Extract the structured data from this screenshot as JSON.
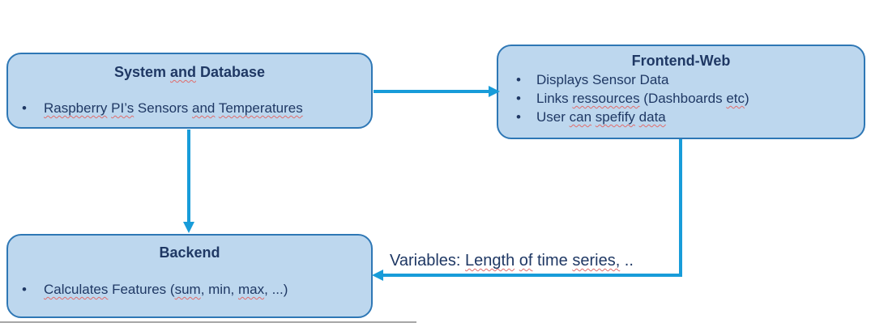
{
  "colors": {
    "box_fill": "#BDD7EE",
    "box_border": "#2E77B5",
    "ink": "#1F3864",
    "arrow": "#189CD9",
    "spell": "#E06C6C",
    "edge_grey": "#A6A6A6"
  },
  "diagram": {
    "bullet_char": "•",
    "nodes": [
      {
        "id": "system-and-database",
        "title": [
          {
            "t": "System "
          },
          {
            "t": "and",
            "sp": true
          },
          {
            "t": " Database"
          }
        ],
        "bullets": [
          [
            {
              "t": "Raspberry",
              "sp": true
            },
            {
              "t": " "
            },
            {
              "t": "PI’s",
              "sp": true
            },
            {
              "t": " Sensors "
            },
            {
              "t": "and",
              "sp": true
            },
            {
              "t": " "
            },
            {
              "t": "Temperatures",
              "sp": true
            }
          ]
        ]
      },
      {
        "id": "frontend-web",
        "title": [
          {
            "t": "Frontend-Web"
          }
        ],
        "bullets": [
          [
            {
              "t": "Displays Sensor Data"
            }
          ],
          [
            {
              "t": "Links "
            },
            {
              "t": "ressources",
              "sp": true
            },
            {
              "t": " (Dashboards "
            },
            {
              "t": "etc",
              "sp": true
            },
            {
              "t": ")"
            }
          ],
          [
            {
              "t": "User "
            },
            {
              "t": "can",
              "sp": true
            },
            {
              "t": " "
            },
            {
              "t": "spefify",
              "sp": true
            },
            {
              "t": " "
            },
            {
              "t": "data",
              "sp": true
            }
          ]
        ]
      },
      {
        "id": "backend",
        "title": [
          {
            "t": "Backend"
          }
        ],
        "bullets": [
          [
            {
              "t": "Calculates",
              "sp": true
            },
            {
              "t": " Features ("
            },
            {
              "t": "sum",
              "sp": true
            },
            {
              "t": ", min, "
            },
            {
              "t": "max",
              "sp": true
            },
            {
              "t": ", ...)"
            }
          ]
        ]
      }
    ],
    "edge_label": [
      {
        "t": "Variables: "
      },
      {
        "t": "Length",
        "sp": true
      },
      {
        "t": " "
      },
      {
        "t": "of",
        "sp": true
      },
      {
        "t": " time "
      },
      {
        "t": "series,",
        "sp": true
      },
      {
        "t": " .."
      }
    ]
  }
}
